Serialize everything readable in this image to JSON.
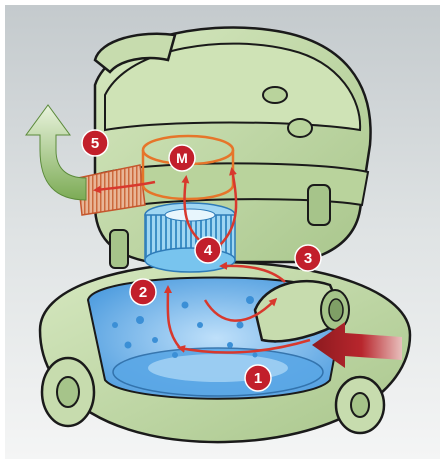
{
  "colors": {
    "body": "#c7dcae",
    "body_shadow": "#a6c48a",
    "outline": "#1a1a1a",
    "water": "#5aa7e6",
    "water_light": "#a9d4f5",
    "filter": "#78c4ee",
    "flow_arrow": "#d8382d",
    "badge": "#c21f2b",
    "motor_ring": "#e6752a",
    "exhaust_arrow": "#7cab55"
  },
  "motor": {
    "label": "M"
  },
  "steps": [
    {
      "label": "1"
    },
    {
      "label": "2"
    },
    {
      "label": "3"
    },
    {
      "label": "4"
    },
    {
      "label": "5"
    }
  ]
}
